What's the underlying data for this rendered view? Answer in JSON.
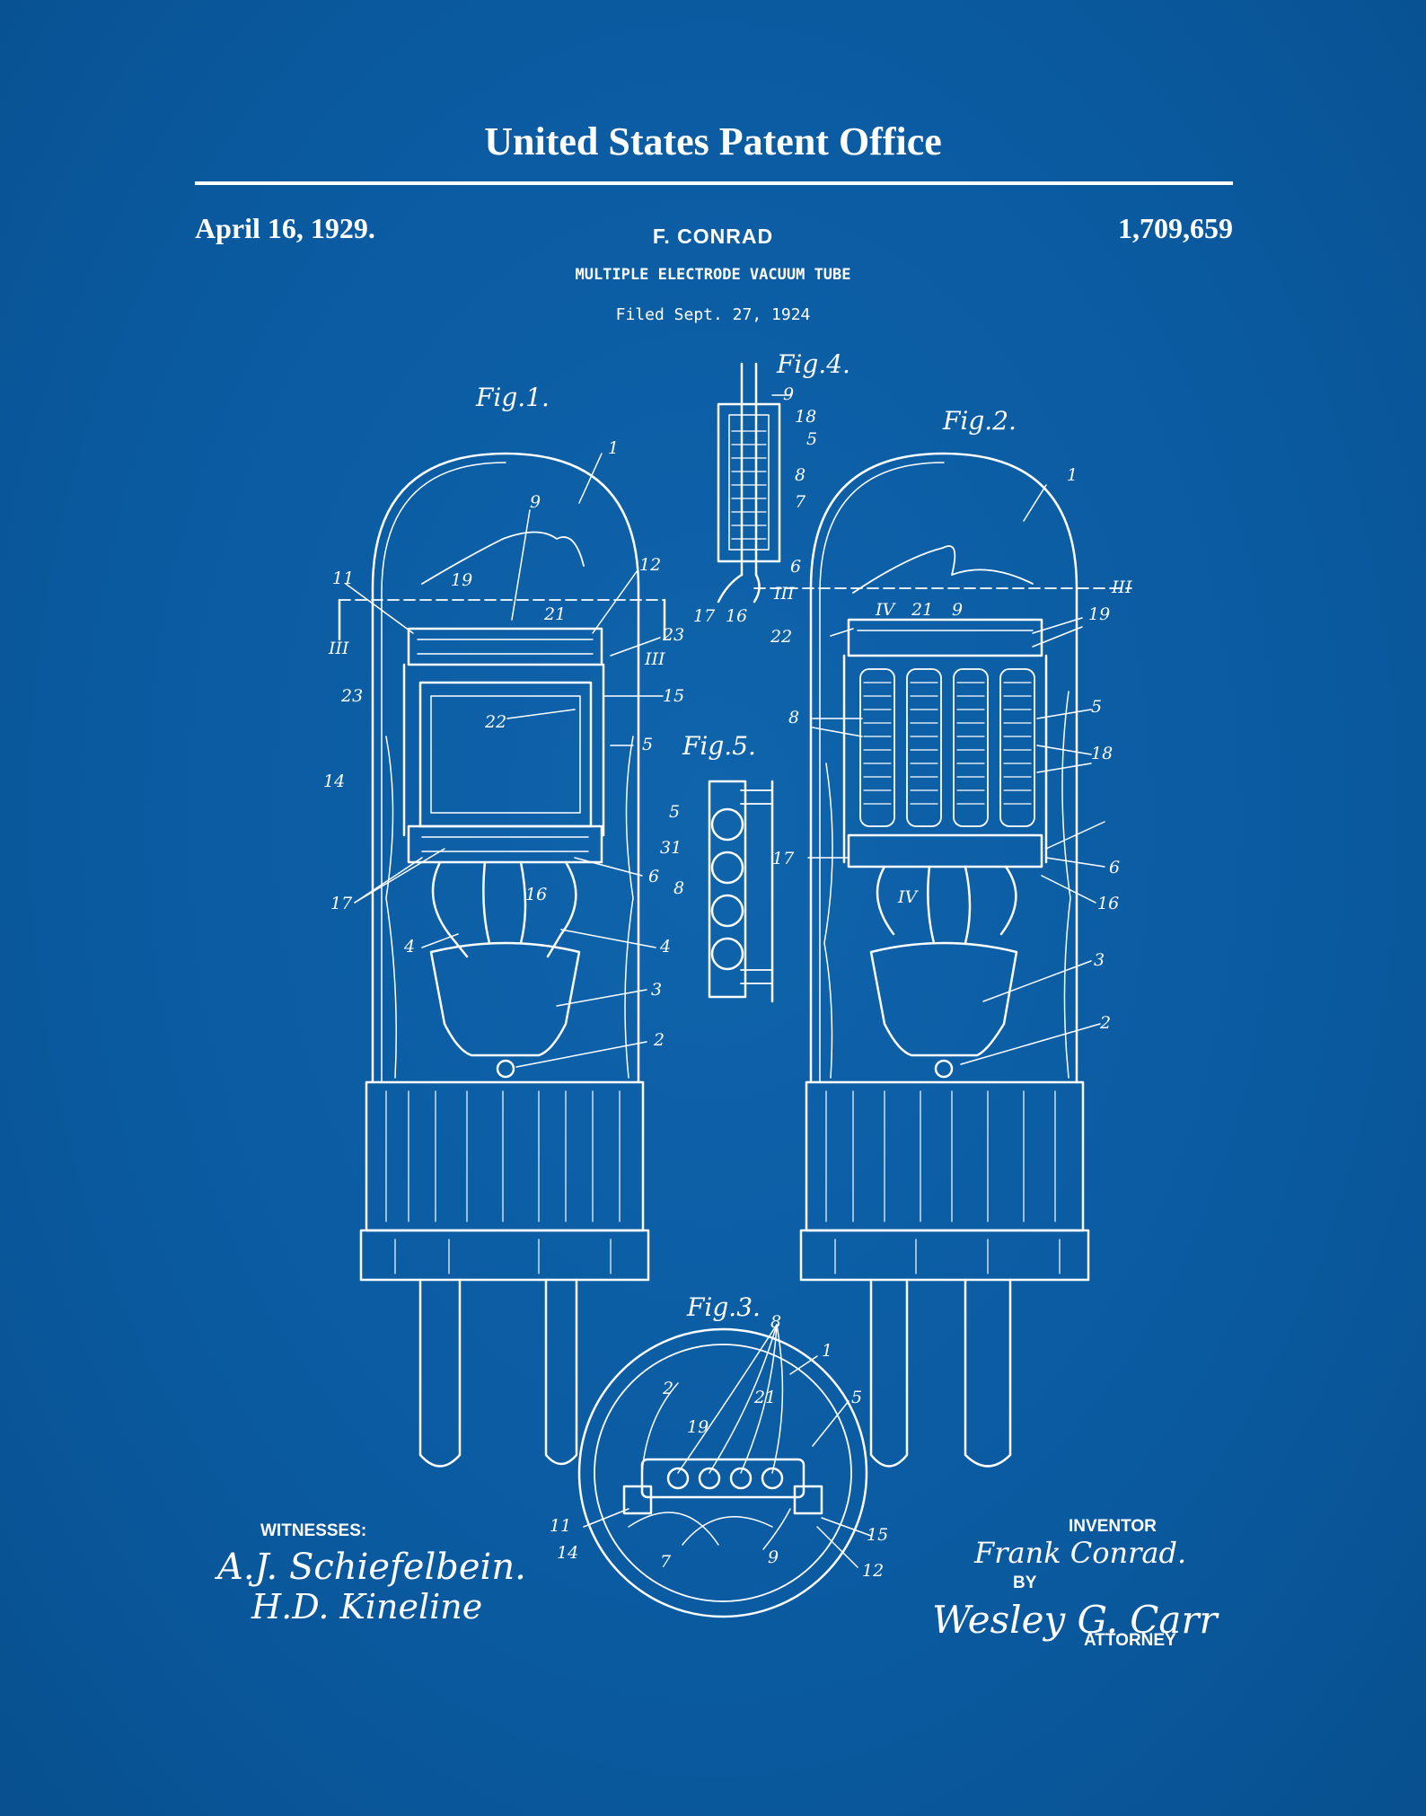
{
  "header": {
    "office": "United States Patent Office",
    "date": "April 16, 1929.",
    "inventor_name": "F. CONRAD",
    "patent_number": "1,709,659",
    "subtitle": "MULTIPLE ELECTRODE VACUUM TUBE",
    "filed": "Filed Sept. 27, 1924"
  },
  "figures": {
    "fig1": "Fig.1.",
    "fig2": "Fig.2.",
    "fig3": "Fig.3.",
    "fig4": "Fig.4.",
    "fig5": "Fig.5."
  },
  "reference_numerals": {
    "fig1": [
      "1",
      "9",
      "11",
      "19",
      "21",
      "12",
      "23",
      "III",
      "III",
      "23",
      "15",
      "22",
      "5",
      "14",
      "6",
      "16",
      "17",
      "4",
      "4",
      "3",
      "2"
    ],
    "fig2": [
      "1",
      "III",
      "IV",
      "21",
      "9",
      "19",
      "22",
      "8",
      "5",
      "18",
      "17",
      "6",
      "IV",
      "16",
      "3",
      "2"
    ],
    "fig3": [
      "8",
      "1",
      "2",
      "21",
      "19",
      "5",
      "11",
      "14",
      "7",
      "9",
      "15",
      "12"
    ],
    "fig4": [
      "9",
      "18",
      "5",
      "8",
      "7",
      "6",
      "17",
      "16",
      "III"
    ],
    "fig5": [
      "5",
      "31",
      "8"
    ]
  },
  "signatures": {
    "witnesses_label": "WITNESSES:",
    "witness_1": "A.J. Schiefelbein.",
    "witness_2": "H.D. Kineline",
    "inventor_label": "INVENTOR",
    "inventor_signature": "Frank Conrad.",
    "by_label": "BY",
    "attorney_signature": "Wesley G. Carr",
    "attorney_label": "ATTORNEY"
  },
  "colors": {
    "background": "#0a5aa0",
    "ink": "#ffffff"
  }
}
